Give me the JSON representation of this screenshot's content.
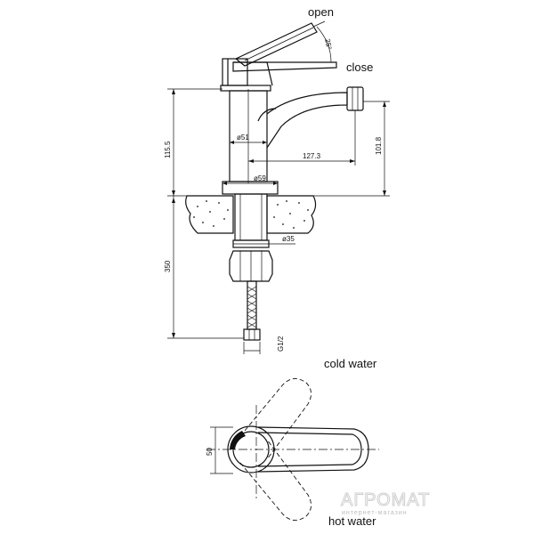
{
  "labels": {
    "open": "open",
    "close": "close",
    "cold_water": "cold water",
    "hot_water": "hot water"
  },
  "dimensions": {
    "angle": "25°",
    "height_total": "115.5",
    "base_to_outlet": "101.8",
    "body_diameter": "ø51",
    "reach": "127.3",
    "flange_diameter": "ø59",
    "shank_diameter": "ø35",
    "hose_length": "350",
    "thread": "G1/2",
    "handle_width": "50"
  },
  "watermark": {
    "brand": "АГРОМАТ",
    "subtitle": "интернет-магазин"
  }
}
